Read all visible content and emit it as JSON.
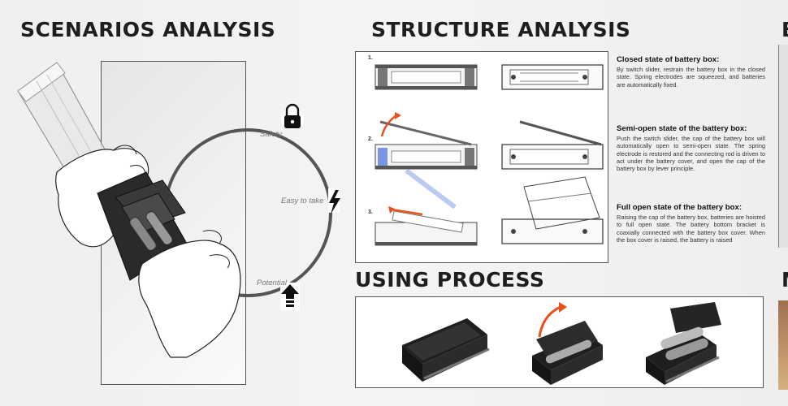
{
  "scenarios": {
    "title": "SCENARIOS ANALYSIS",
    "ring_labels": {
      "safety": "Safety",
      "easy": "Easy to take",
      "potential": "Potential"
    },
    "icons": [
      "lock-icon",
      "lightning-icon",
      "upload-arrow-icon"
    ]
  },
  "structure": {
    "title": "STRUCTURE ANALYSIS",
    "steps": [
      "1.",
      "2.",
      "3."
    ],
    "states": [
      {
        "title": "Closed state of battery box:",
        "text": "By switch slider, restrain the battery box in the closed state. Spring electrodes are squeezed, and batteries are automatically fixed."
      },
      {
        "title": "Semi-open state of the battery box:",
        "text": "Push the switch slider, the cap of the battery box will automatically open to semi-open state. The spring electrode is restored and the connecting rod is driven to act under the battery cover, and open the cap of the battery box by lever principle."
      },
      {
        "title": "Full open state of the battery box:",
        "text": "Raising the cap of the battery box, batteries are hoisted to full open state. The battery bottom bracket is coaxially connected with the battery box cover. When the box cover is raised, the battery is raised"
      }
    ]
  },
  "using": {
    "title": "USING PROCESS"
  },
  "edge": {
    "heading1": "B",
    "heading2": "N"
  },
  "colors": {
    "accent_red": "#e8501e",
    "accent_blue": "#6f8fe0",
    "ring": "#555555",
    "device": "#2a2a2a"
  }
}
